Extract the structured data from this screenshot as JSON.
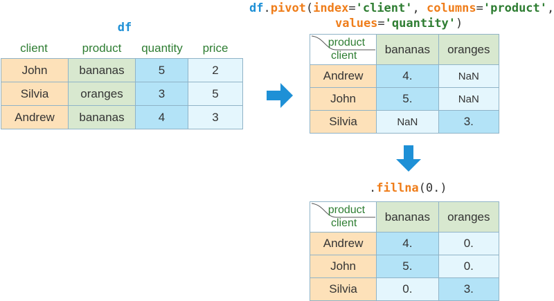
{
  "source": {
    "name": "df",
    "columns": [
      "client",
      "product",
      "quantity",
      "price"
    ],
    "rows": [
      [
        "John",
        "bananas",
        "5",
        "2"
      ],
      [
        "Silvia",
        "oranges",
        "3",
        "5"
      ],
      [
        "Andrew",
        "bananas",
        "4",
        "3"
      ]
    ]
  },
  "pivot_code": {
    "obj": "df",
    "dot": ".",
    "fn": "pivot",
    "open": "(",
    "arg1": "index",
    "eq": "=",
    "val1": "'client'",
    "comma": ", ",
    "arg2": "columns",
    "val2": "'product'",
    "comma2": ",",
    "arg3": "values",
    "val3": "'quantity'",
    "close": ")"
  },
  "pivoted": {
    "corner_top": "product",
    "corner_bottom": "client",
    "columns": [
      "bananas",
      "oranges"
    ],
    "rows": [
      {
        "label": "Andrew",
        "values": [
          "4.",
          "NaN"
        ]
      },
      {
        "label": "John",
        "values": [
          "5.",
          "NaN"
        ]
      },
      {
        "label": "Silvia",
        "values": [
          "NaN",
          "3."
        ]
      }
    ]
  },
  "fill_code": {
    "dot": ".",
    "fn": "fillna",
    "arg": "(0.)"
  },
  "filled": {
    "corner_top": "product",
    "corner_bottom": "client",
    "columns": [
      "bananas",
      "oranges"
    ],
    "rows": [
      {
        "label": "Andrew",
        "values": [
          "4.",
          "0."
        ]
      },
      {
        "label": "John",
        "values": [
          "5.",
          "0."
        ]
      },
      {
        "label": "Silvia",
        "values": [
          "0.",
          "3."
        ]
      }
    ]
  },
  "colors": {
    "arrow": "#1e90d6",
    "client": "#fde1b9",
    "product": "#d8e8cf",
    "value": "#b3e3f7",
    "light": "#e4f6fd"
  }
}
